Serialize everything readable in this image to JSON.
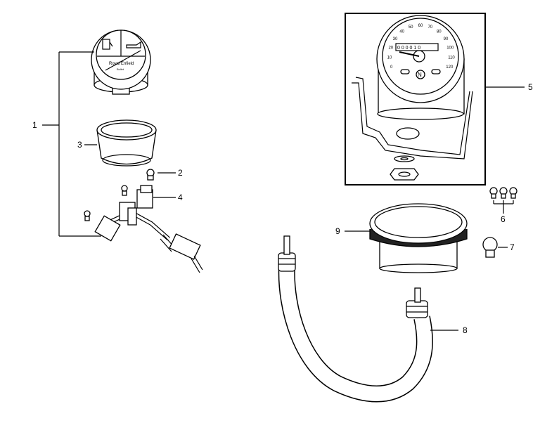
{
  "callouts": [
    {
      "id": "1",
      "label": "1"
    },
    {
      "id": "2",
      "label": "2"
    },
    {
      "id": "3",
      "label": "3"
    },
    {
      "id": "4",
      "label": "4"
    },
    {
      "id": "5",
      "label": "5"
    },
    {
      "id": "6",
      "label": "6"
    },
    {
      "id": "7",
      "label": "7"
    },
    {
      "id": "8",
      "label": "8"
    },
    {
      "id": "9",
      "label": "9"
    }
  ],
  "gauge": {
    "brand_text": "Royal Enfield",
    "model_text": "Bullet",
    "fuel_icon": "fuel-pump-icon",
    "oil_icon": "oil-can-icon"
  },
  "speedometer": {
    "odometer": "0 0 0 0 1 0",
    "scale_ticks": [
      "0",
      "10",
      "20",
      "30",
      "40",
      "50",
      "60",
      "70",
      "80",
      "90",
      "100",
      "110",
      "120"
    ],
    "neutral_label": "N"
  },
  "colors": {
    "line": "#000000",
    "part_fill": "#ffffff",
    "shade": "#e6e6e6"
  }
}
